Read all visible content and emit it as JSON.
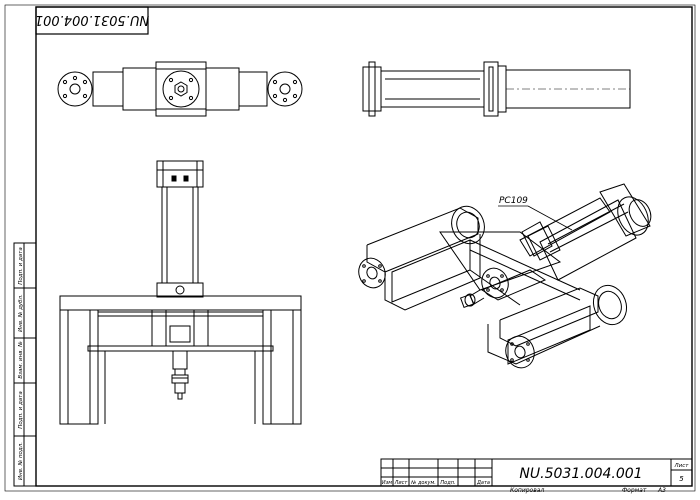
{
  "drawing": {
    "number": "NU.5031.004.001",
    "number_mirrored": "NU.5031.004.001",
    "callout_label": "PC109"
  },
  "title_block": {
    "headers": [
      "Изм",
      "Лист",
      "№ докум.",
      "Подп.",
      "Дата"
    ],
    "sheet_label": "Лист",
    "sheet_number": "5",
    "copied_label": "Копировал",
    "format_label": "Формат",
    "format_value": "A3"
  },
  "side_strip": {
    "labels": [
      "Подп. и дата",
      "Инв. № дубл.",
      "Взам. инв. №",
      "Подп. и дата",
      "Инв. № подл."
    ]
  }
}
